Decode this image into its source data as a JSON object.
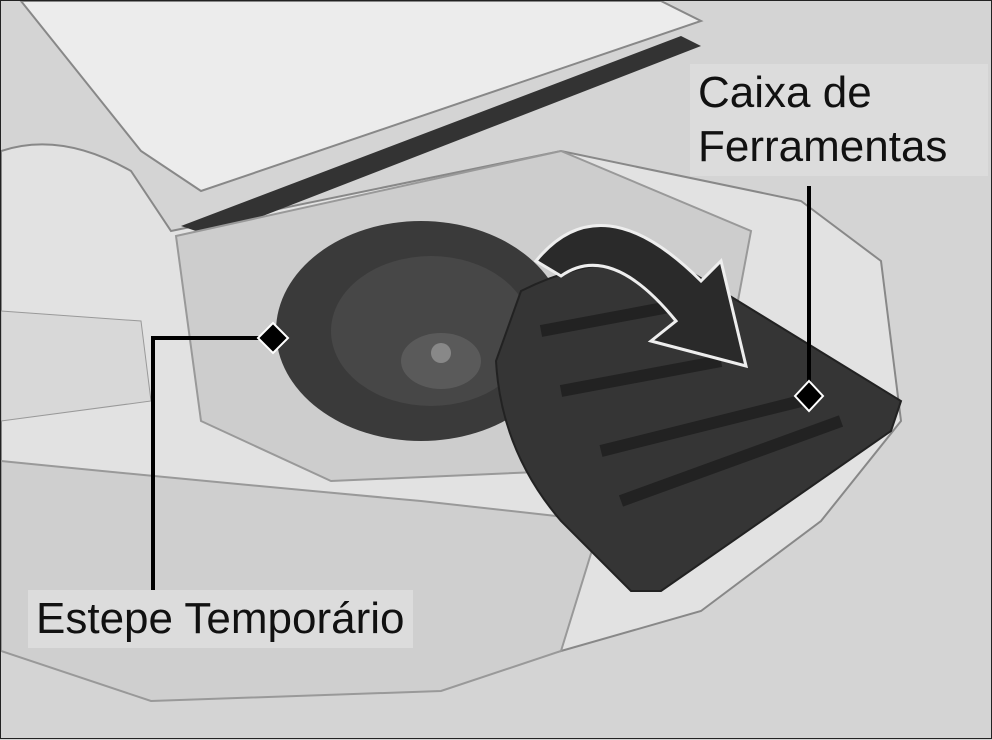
{
  "labels": {
    "toolbox_line1": "Caixa de",
    "toolbox_line2": "Ferramentas",
    "spare_tire": "Estepe Temporário"
  },
  "colors": {
    "background": "#d4d4d4",
    "body": "#e4e4e4",
    "dark": "#3a3a3a",
    "tray": "#353535"
  }
}
